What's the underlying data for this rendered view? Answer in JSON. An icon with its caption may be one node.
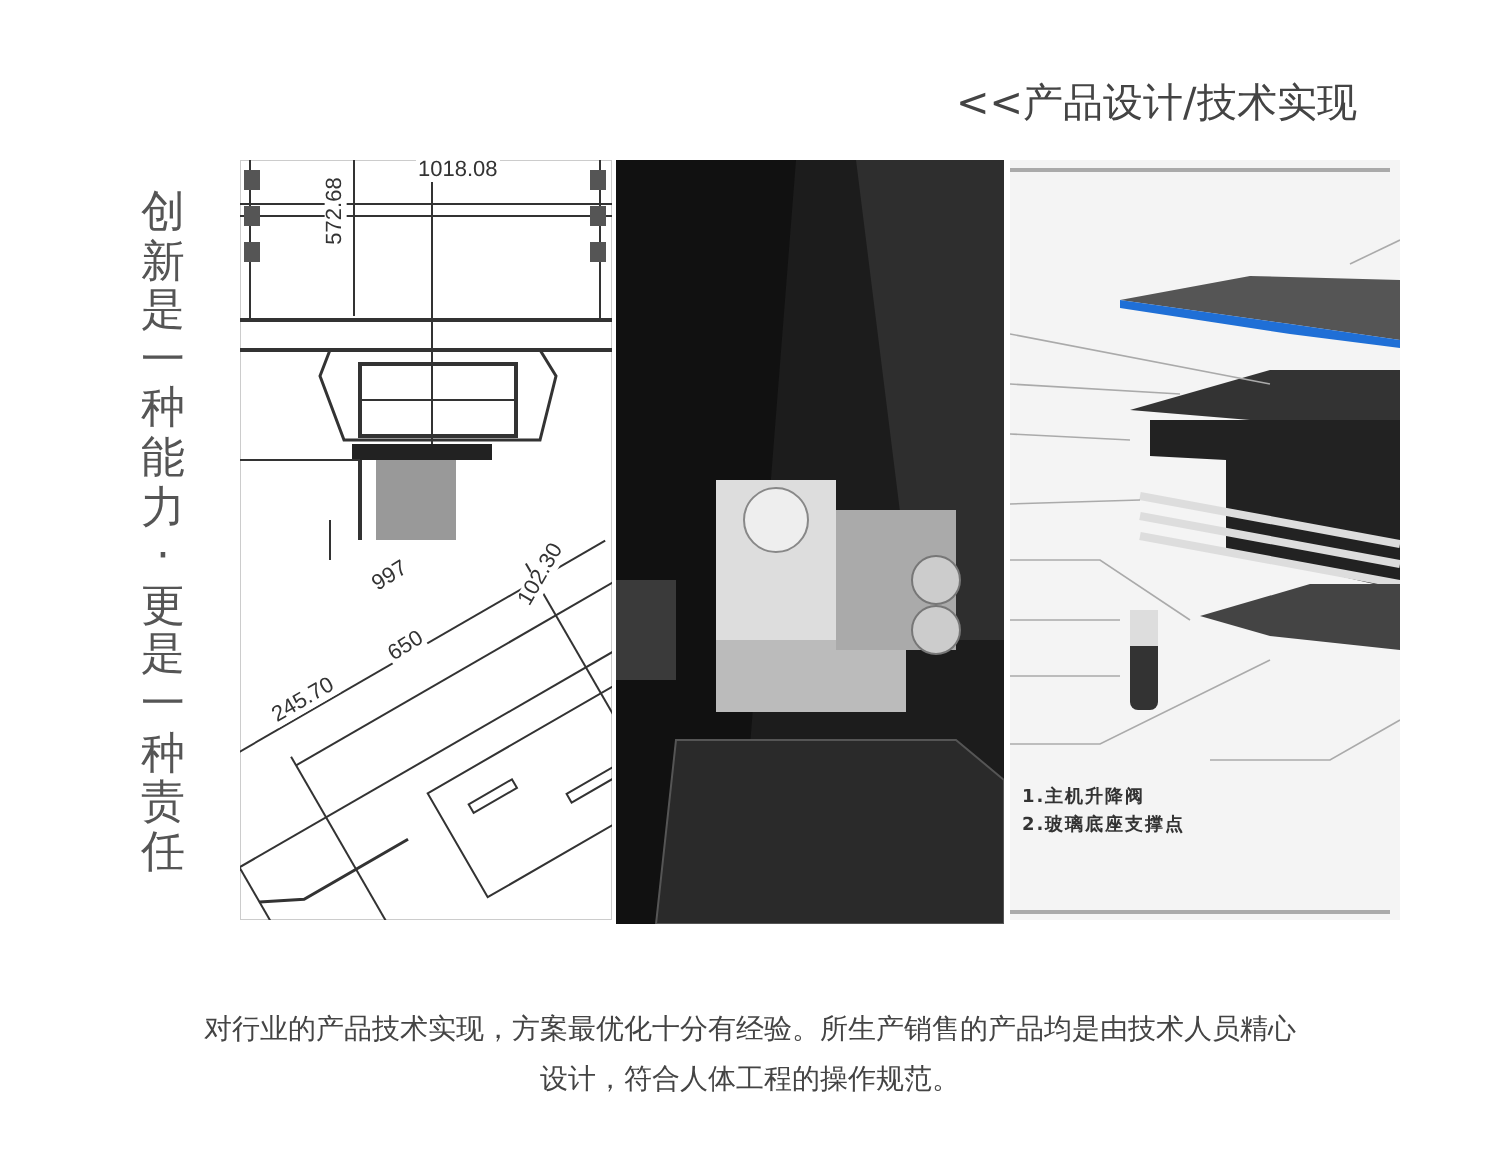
{
  "diagram": {
    "title": "<<产品设计/技术实现",
    "caption": "对行业的产品技术实现，方案最优化十分有经验。所生产销售的产品均是由技术人员精心设计，符合人体工程的操作规范。",
    "labels": [
      "创新是一种能力·更是一种责任",
      "1018.08",
      "572.68",
      "997",
      "102.30",
      "650",
      "245.70",
      "1.主机升降阀",
      "2.玻璃底座支撑点"
    ]
  }
}
